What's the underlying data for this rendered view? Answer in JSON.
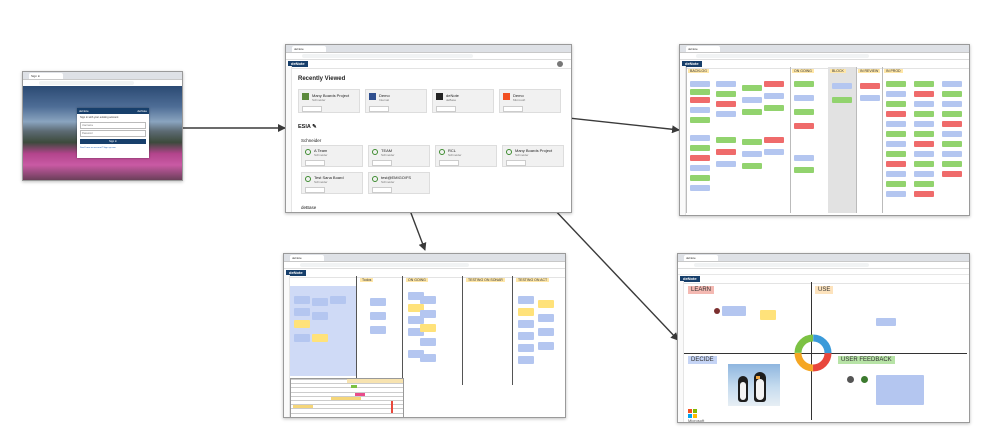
{
  "login": {
    "tab_title": "Sign in",
    "brand": "deNote",
    "brand_right": "deNote",
    "heading": "Sign in with your existing account",
    "field_username": "Username",
    "field_password": "Password",
    "signin_label": "Sign in",
    "footer_text": "Don't have an account? Sign up now"
  },
  "home": {
    "tab_title": "deNote",
    "brand": "deNote",
    "recently_viewed": "Recently Viewed",
    "recent_cards": [
      {
        "title": "Many Boards Project",
        "sub": "Schneider"
      },
      {
        "title": "Demo",
        "sub": "Internal"
      },
      {
        "title": "deNote",
        "sub": "deBase"
      },
      {
        "title": "Demo",
        "sub": "Microsoft"
      }
    ],
    "section_esia": "ESIA",
    "sub_schneider": "Schneider",
    "boards": [
      {
        "title": "A Team",
        "sub": "Schneider"
      },
      {
        "title": "TEAM",
        "sub": "Schneider"
      },
      {
        "title": "RCL",
        "sub": "Schneider"
      },
      {
        "title": "Many Boards Project",
        "sub": "Schneider"
      },
      {
        "title": "Test Sana Board",
        "sub": "Schneider"
      },
      {
        "title": "test@EMIGO/FS",
        "sub": "Schneider"
      }
    ],
    "sub_debase": "deBase"
  },
  "kanban_top": {
    "tab_title": "deNote",
    "brand": "deNote",
    "columns": [
      "BACKLOG",
      "ON GOING",
      "BLOCK",
      "IN REVIEW",
      "IN PROD"
    ]
  },
  "kanban_bottom": {
    "tab_title": "deNote",
    "brand": "deNote",
    "columns": [
      "Todos",
      "ON GOING",
      "TESTING ON SONAR",
      "TESTING ON ACT"
    ]
  },
  "retro": {
    "tab_title": "deNote",
    "brand": "deNote",
    "quadrants": [
      "LEARN",
      "USE",
      "DECIDE",
      "USER FEEDBACK"
    ],
    "logo_text": "Microsoft"
  },
  "colors": {
    "brand_navy": "#173f6b",
    "arrow": "#3a3a3a",
    "note_blue": "#b4c6f0",
    "note_green": "#92d36e",
    "note_red": "#ef6b6b",
    "note_yellow": "#ffe27a",
    "label_learn": "#f4b9b2",
    "label_use": "#fde3bd",
    "label_decide": "#c5d4f5",
    "label_feedback": "#b7e3a6"
  }
}
